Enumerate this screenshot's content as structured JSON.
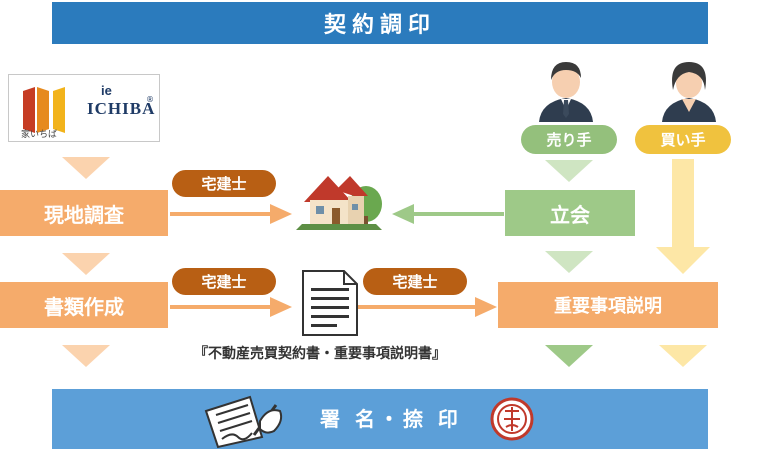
{
  "title": "契約調印",
  "logo": {
    "brand_small": "ie",
    "brand_main": "ICHIBA",
    "registered": "®",
    "tagline": "家いちば"
  },
  "steps": {
    "survey": "現地調査",
    "documents": "書類作成",
    "meeting": "立会",
    "explanation": "重要事項説明"
  },
  "roles": {
    "seller": "売り手",
    "buyer": "買い手",
    "agent": "宅建士"
  },
  "document_caption": "『不動産売買契約書・重要事項説明書』",
  "final_step": "署 名・捺 印",
  "colors": {
    "title_band": "#2b7bbd",
    "bottom_band": "#5c9fd8",
    "orange": "#f5ab6b",
    "green": "#9ec988",
    "brown": "#b85f14",
    "yellow": "#f0c23e"
  }
}
